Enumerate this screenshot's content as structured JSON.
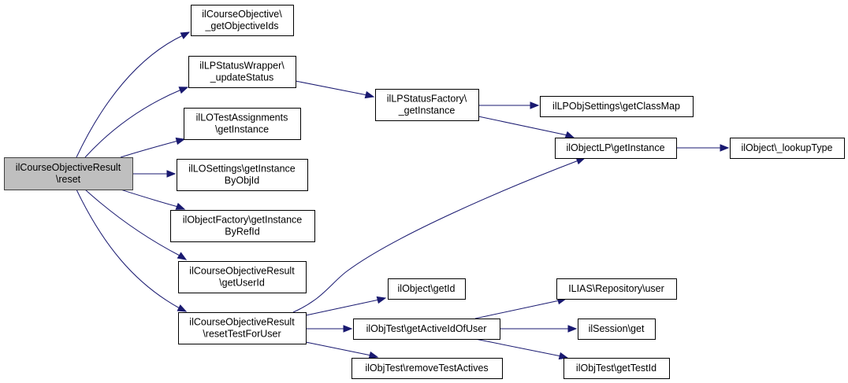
{
  "diagram": {
    "type": "call-graph",
    "root": "reset",
    "colors": {
      "edge": "#191970",
      "root_fill": "#bfbfbf",
      "node_fill": "#ffffff",
      "border": "#000000"
    },
    "nodes": [
      {
        "id": "reset",
        "lines": [
          "ilCourseObjectiveResult",
          "\\reset"
        ],
        "root": true
      },
      {
        "id": "getObjectiveIds",
        "lines": [
          "ilCourseObjective\\",
          "_getObjectiveIds"
        ]
      },
      {
        "id": "updateStatus",
        "lines": [
          "ilLPStatusWrapper\\",
          "_updateStatus"
        ]
      },
      {
        "id": "lotaGetInstance",
        "lines": [
          "ilLOTestAssignments",
          "\\getInstance"
        ]
      },
      {
        "id": "losGetInstanceByObjId",
        "lines": [
          "ilLOSettings\\getInstance",
          "ByObjId"
        ]
      },
      {
        "id": "ofGetInstanceByRefId",
        "lines": [
          "ilObjectFactory\\getInstance",
          "ByRefId"
        ]
      },
      {
        "id": "getUserId",
        "lines": [
          "ilCourseObjectiveResult",
          "\\getUserId"
        ]
      },
      {
        "id": "resetTestForUser",
        "lines": [
          "ilCourseObjectiveResult",
          "\\resetTestForUser"
        ]
      },
      {
        "id": "lpsfGetInstance",
        "lines": [
          "ilLPStatusFactory\\",
          "_getInstance"
        ]
      },
      {
        "id": "getClassMap",
        "lines": [
          "ilLPObjSettings\\getClassMap"
        ]
      },
      {
        "id": "olpGetInstance",
        "lines": [
          "ilObjectLP\\getInstance"
        ]
      },
      {
        "id": "lookupType",
        "lines": [
          "ilObject\\_lookupType"
        ]
      },
      {
        "id": "getId",
        "lines": [
          "ilObject\\getId"
        ]
      },
      {
        "id": "getActiveIdOfUser",
        "lines": [
          "ilObjTest\\getActiveIdOfUser"
        ]
      },
      {
        "id": "removeTestActives",
        "lines": [
          "ilObjTest\\removeTestActives"
        ]
      },
      {
        "id": "repoUser",
        "lines": [
          "ILIAS\\Repository\\user"
        ]
      },
      {
        "id": "sessionGet",
        "lines": [
          "ilSession\\get"
        ]
      },
      {
        "id": "getTestId",
        "lines": [
          "ilObjTest\\getTestId"
        ]
      }
    ],
    "edges": [
      {
        "from": "reset",
        "to": "getObjectiveIds"
      },
      {
        "from": "reset",
        "to": "updateStatus"
      },
      {
        "from": "reset",
        "to": "lotaGetInstance"
      },
      {
        "from": "reset",
        "to": "losGetInstanceByObjId"
      },
      {
        "from": "reset",
        "to": "ofGetInstanceByRefId"
      },
      {
        "from": "reset",
        "to": "getUserId"
      },
      {
        "from": "reset",
        "to": "resetTestForUser"
      },
      {
        "from": "updateStatus",
        "to": "lpsfGetInstance"
      },
      {
        "from": "lpsfGetInstance",
        "to": "getClassMap"
      },
      {
        "from": "lpsfGetInstance",
        "to": "olpGetInstance"
      },
      {
        "from": "olpGetInstance",
        "to": "lookupType"
      },
      {
        "from": "resetTestForUser",
        "to": "olpGetInstance"
      },
      {
        "from": "resetTestForUser",
        "to": "getId"
      },
      {
        "from": "resetTestForUser",
        "to": "getActiveIdOfUser"
      },
      {
        "from": "resetTestForUser",
        "to": "removeTestActives"
      },
      {
        "from": "getActiveIdOfUser",
        "to": "repoUser"
      },
      {
        "from": "getActiveIdOfUser",
        "to": "sessionGet"
      },
      {
        "from": "getActiveIdOfUser",
        "to": "getTestId"
      }
    ]
  }
}
